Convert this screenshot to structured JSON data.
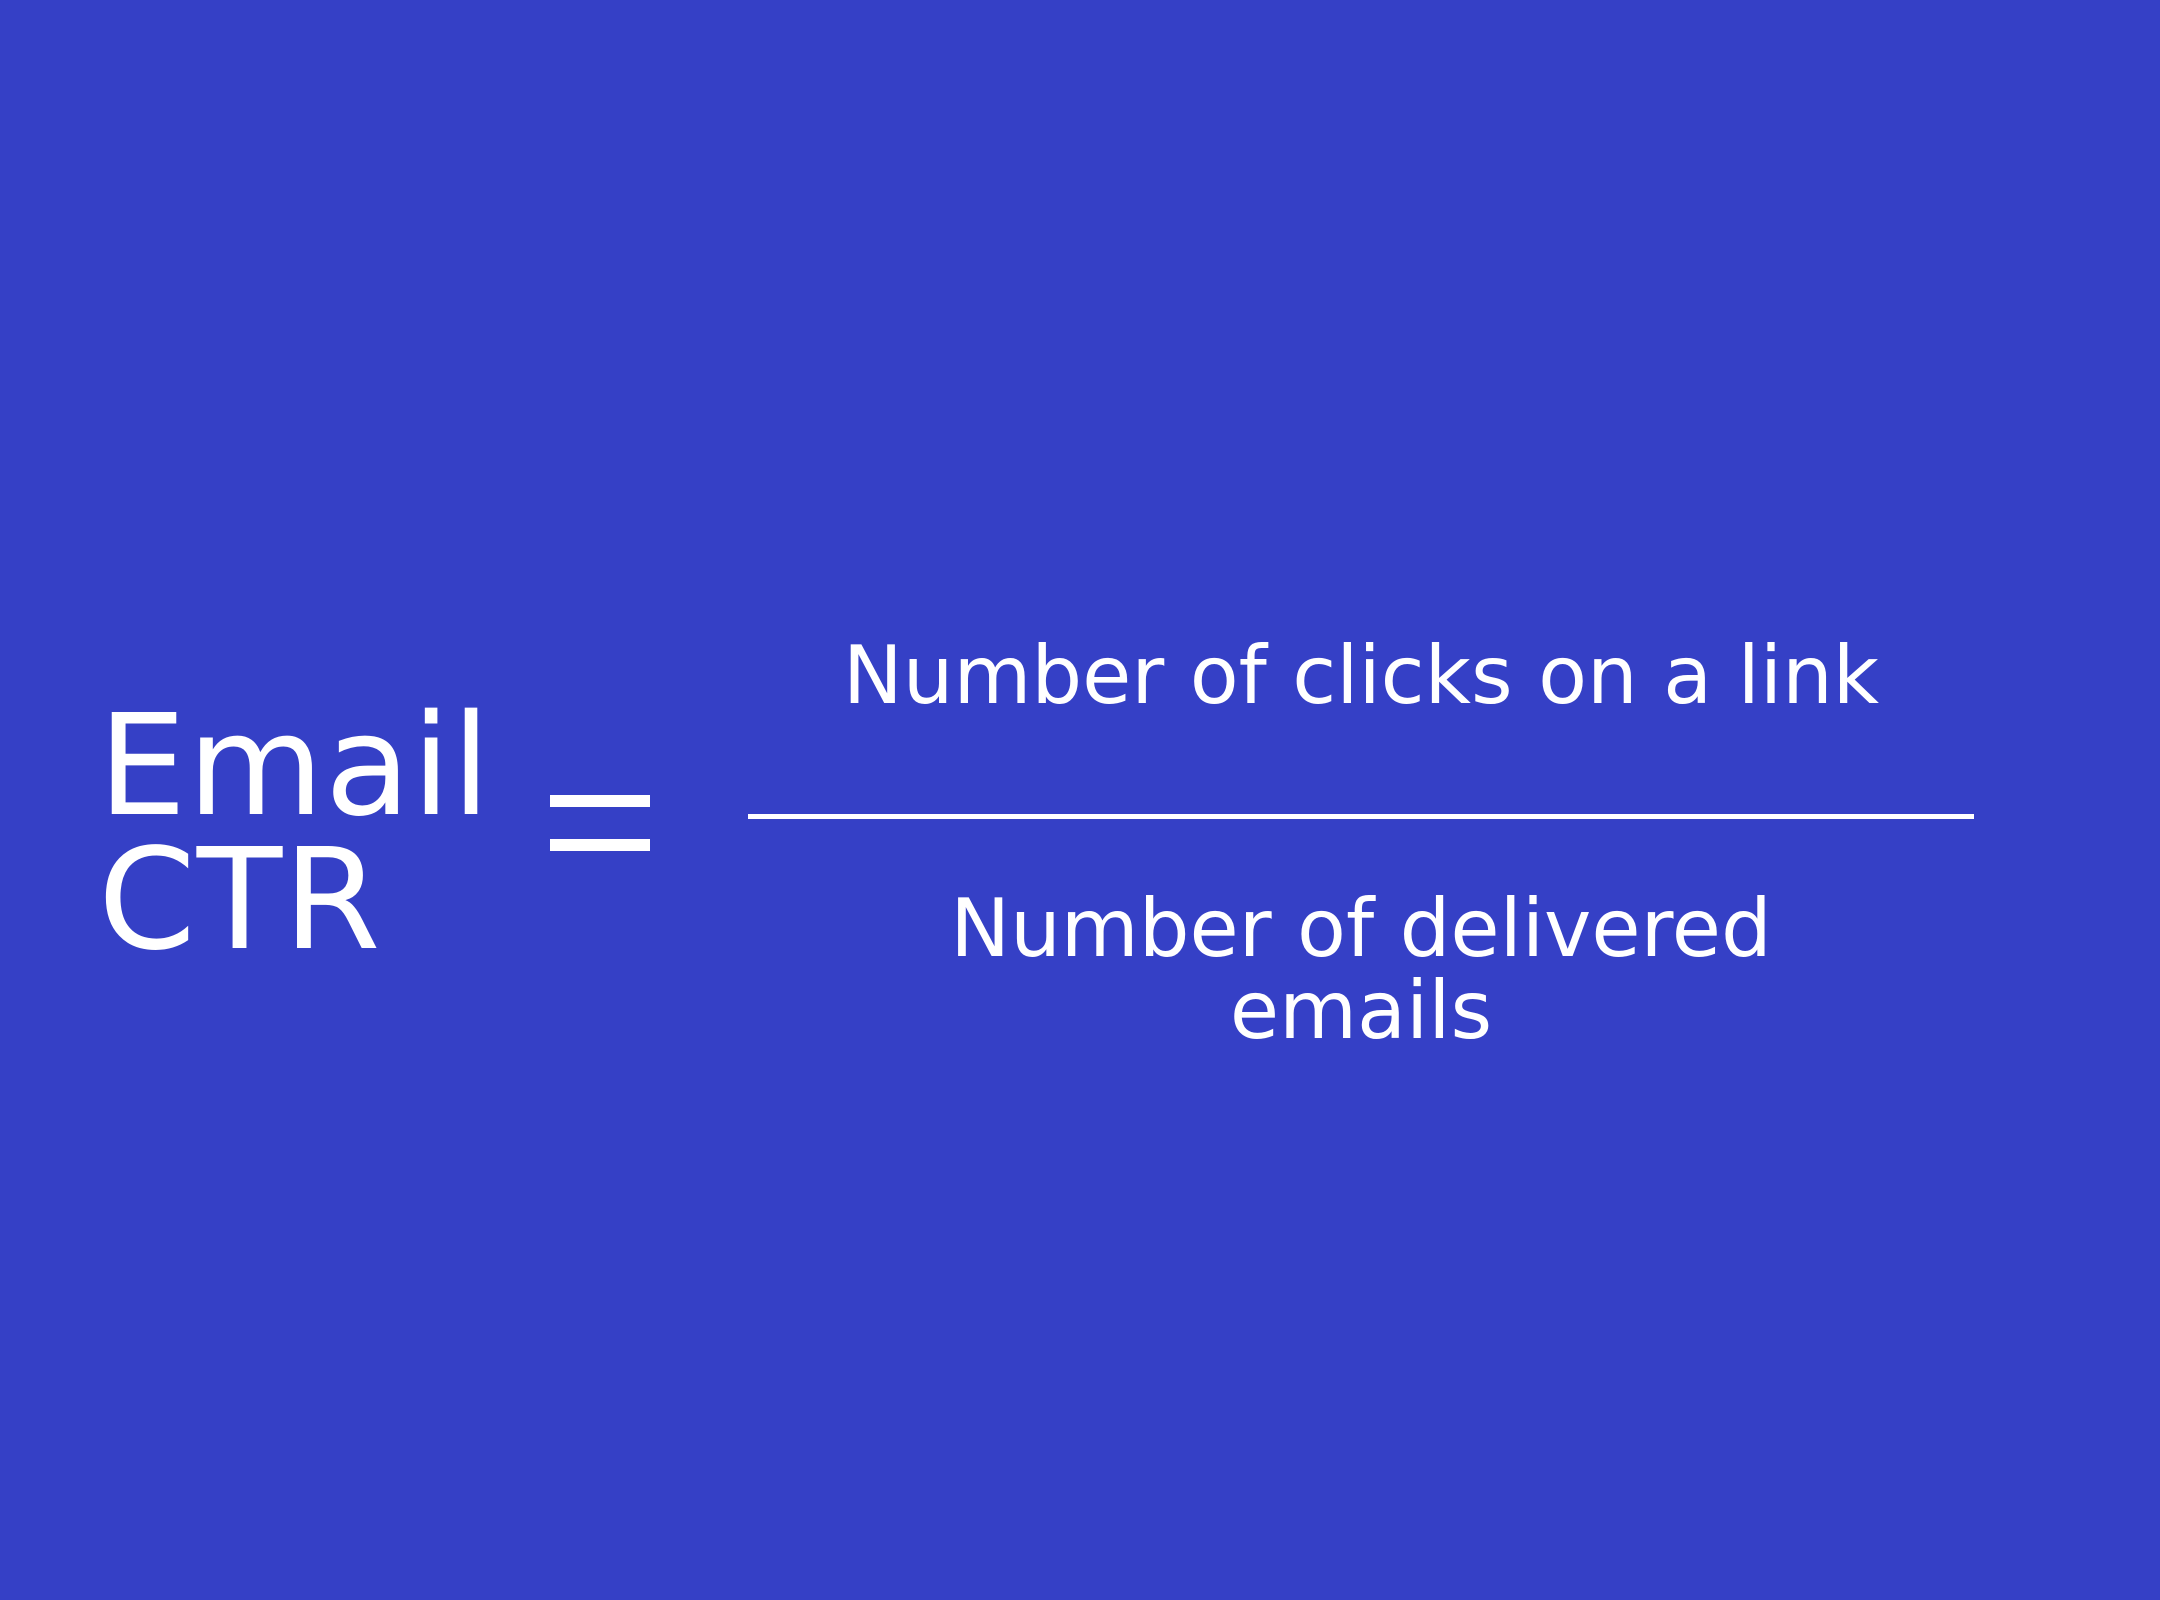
{
  "background_color": "#3540c6",
  "text_color": "#ffffff",
  "formula": {
    "lhs_line1": "Email",
    "lhs_line2": "CTR",
    "operator": "=",
    "numerator": "Number of clicks on a link",
    "denominator": "Number of delivered emails"
  }
}
